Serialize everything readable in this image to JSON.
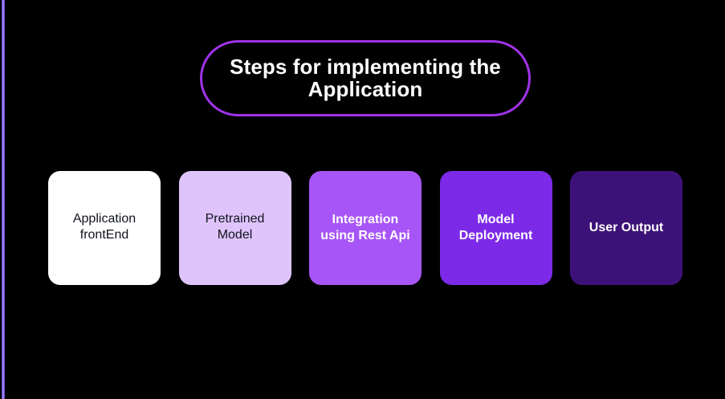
{
  "slide": {
    "background_color": "#000000",
    "accent_bar_color": "#9b7cf0"
  },
  "title": {
    "text": "Steps for implementing the\nApplication",
    "border_color": "#a033e8",
    "text_color": "#ffffff"
  },
  "steps": [
    {
      "label": "Application\nfrontEnd",
      "fill": "#ffffff",
      "text_color": "#11131f",
      "weight": "regular"
    },
    {
      "label": "Pretrained\nModel",
      "fill": "#dec4fb",
      "text_color": "#11131f",
      "weight": "regular"
    },
    {
      "label": "Integration\nusing Rest Api",
      "fill": "#a855f7",
      "text_color": "#ffffff",
      "weight": "bold"
    },
    {
      "label": "Model\nDeployment",
      "fill": "#7c2ae8",
      "text_color": "#ffffff",
      "weight": "bold"
    },
    {
      "label": "User Output",
      "fill": "#3d1278",
      "text_color": "#ffffff",
      "weight": "bold"
    }
  ]
}
